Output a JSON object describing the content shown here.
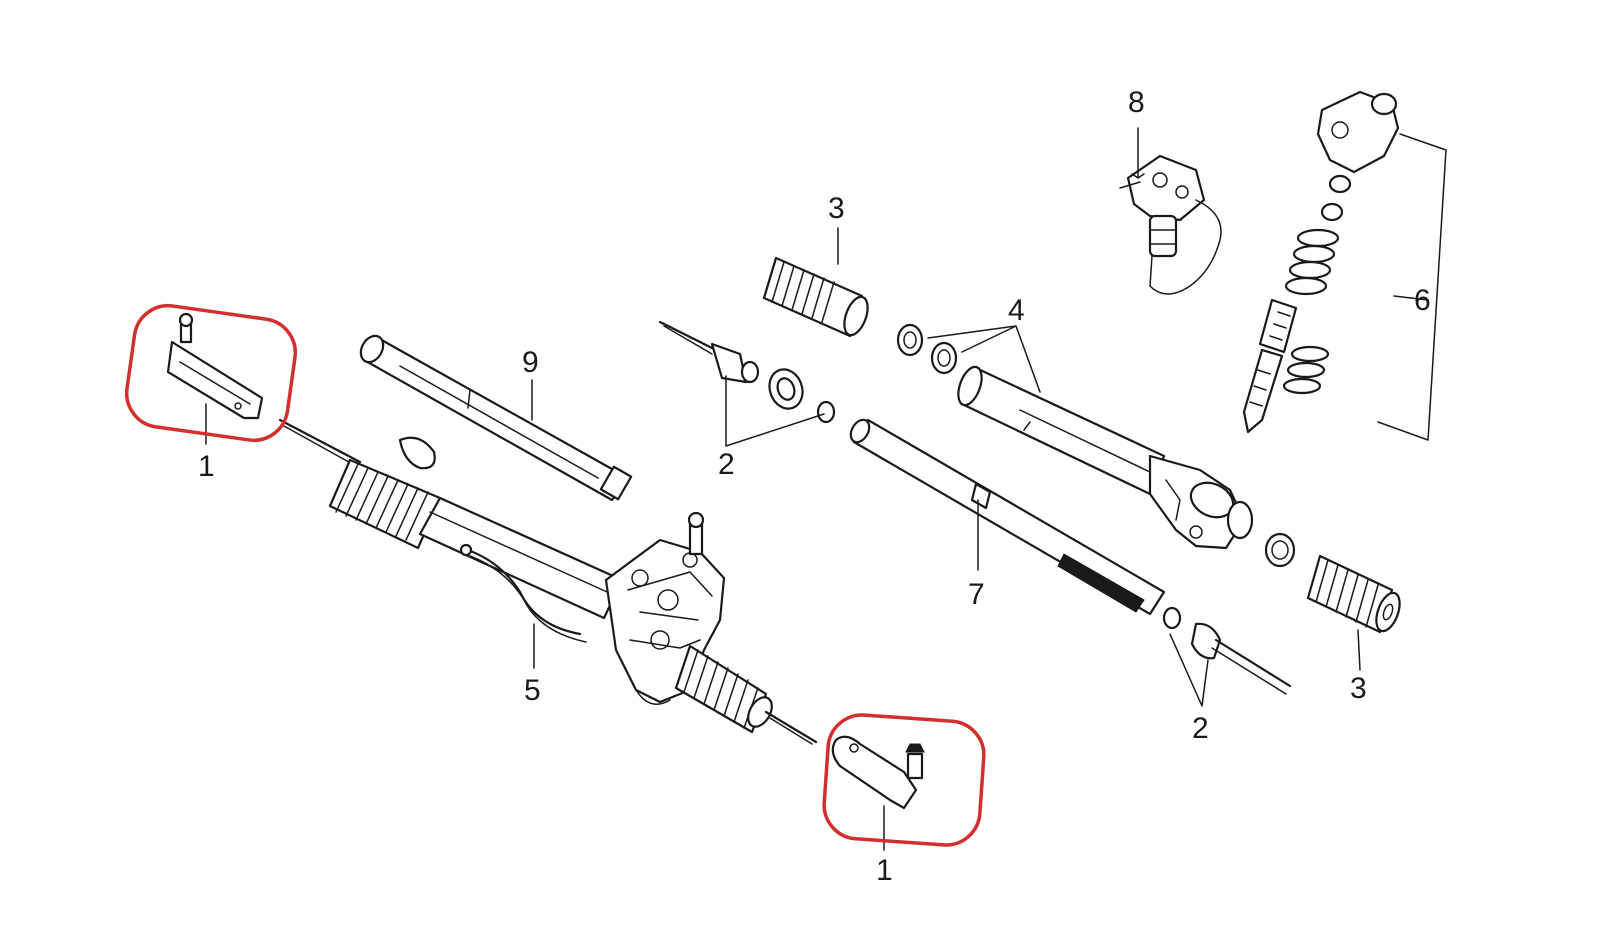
{
  "callouts": [
    {
      "id": "c1a",
      "text": "1"
    },
    {
      "id": "c1b",
      "text": "1"
    },
    {
      "id": "c2a",
      "text": "2"
    },
    {
      "id": "c2b",
      "text": "2"
    },
    {
      "id": "c3a",
      "text": "3"
    },
    {
      "id": "c3b",
      "text": "3"
    },
    {
      "id": "c4",
      "text": "4"
    },
    {
      "id": "c5",
      "text": "5"
    },
    {
      "id": "c6",
      "text": "6"
    },
    {
      "id": "c7",
      "text": "7"
    },
    {
      "id": "c8",
      "text": "8"
    },
    {
      "id": "c9",
      "text": "9"
    }
  ],
  "colors": {
    "highlight": "#d32f2f",
    "line": "#1a1a1a",
    "background": "#ffffff"
  }
}
